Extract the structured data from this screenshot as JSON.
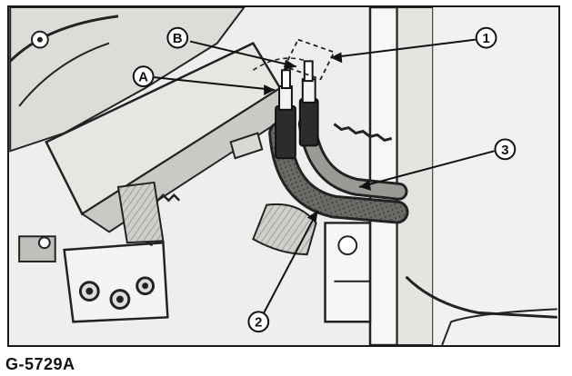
{
  "figure": {
    "id_label": "G-5729A"
  },
  "callouts": {
    "A": "A",
    "B": "B",
    "c1": "1",
    "c2": "2",
    "c3": "3"
  }
}
